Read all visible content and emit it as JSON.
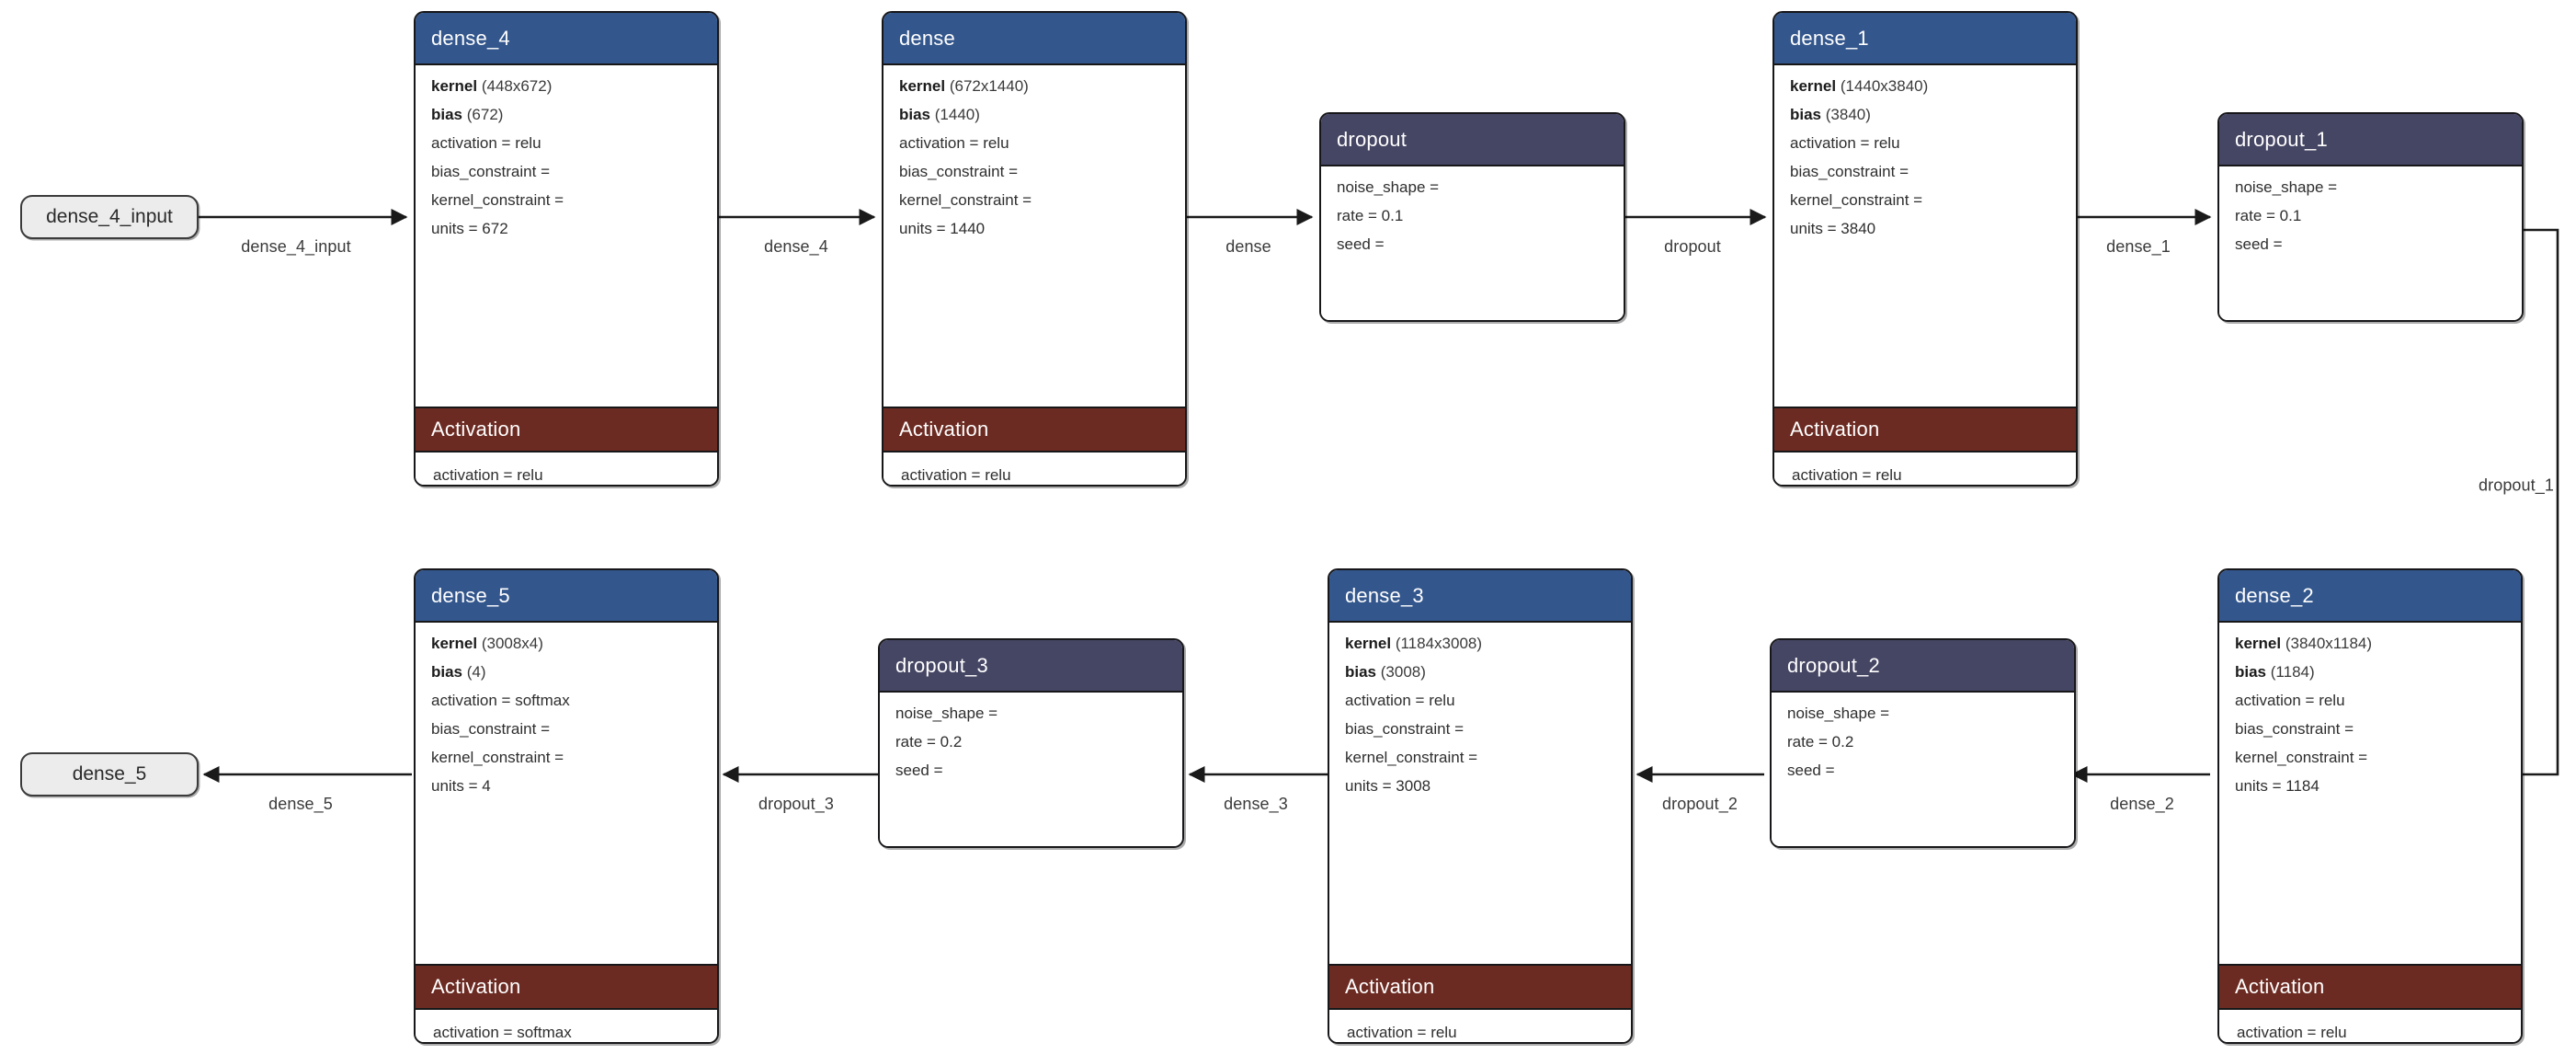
{
  "diagram": {
    "title": "Keras model architecture graph",
    "colors": {
      "dense_header": "#33568c",
      "dropout_header": "#454564",
      "activation_header": "#6c2b22",
      "io_node_fill": "#ececec",
      "border": "#17171a",
      "edge": "#1a1a1a",
      "page_background": "#ffffff"
    },
    "labels": {
      "activation_section_title": "Activation"
    }
  },
  "io_nodes": [
    {
      "id": "input",
      "label": "dense_4_input"
    },
    {
      "id": "output",
      "label": "dense_5"
    }
  ],
  "layers": [
    {
      "id": "dense_4",
      "type": "dense",
      "title": "dense_4",
      "props": [
        {
          "key": "kernel",
          "value": "(448x672)"
        },
        {
          "key": "bias",
          "value": "(672)"
        },
        {
          "key": "",
          "value": "activation = relu"
        },
        {
          "key": "",
          "value": "bias_constraint ="
        },
        {
          "key": "",
          "value": "kernel_constraint ="
        },
        {
          "key": "",
          "value": "units = 672"
        }
      ],
      "activation": {
        "title": "Activation",
        "value": "activation = relu"
      }
    },
    {
      "id": "dense",
      "type": "dense",
      "title": "dense",
      "props": [
        {
          "key": "kernel",
          "value": "(672x1440)"
        },
        {
          "key": "bias",
          "value": "(1440)"
        },
        {
          "key": "",
          "value": "activation = relu"
        },
        {
          "key": "",
          "value": "bias_constraint ="
        },
        {
          "key": "",
          "value": "kernel_constraint ="
        },
        {
          "key": "",
          "value": "units = 1440"
        }
      ],
      "activation": {
        "title": "Activation",
        "value": "activation = relu"
      }
    },
    {
      "id": "dropout",
      "type": "dropout",
      "title": "dropout",
      "props": [
        {
          "key": "",
          "value": "noise_shape ="
        },
        {
          "key": "",
          "value": "rate = 0.1"
        },
        {
          "key": "",
          "value": "seed ="
        }
      ]
    },
    {
      "id": "dense_1",
      "type": "dense",
      "title": "dense_1",
      "props": [
        {
          "key": "kernel",
          "value": "(1440x3840)"
        },
        {
          "key": "bias",
          "value": "(3840)"
        },
        {
          "key": "",
          "value": "activation = relu"
        },
        {
          "key": "",
          "value": "bias_constraint ="
        },
        {
          "key": "",
          "value": "kernel_constraint ="
        },
        {
          "key": "",
          "value": "units = 3840"
        }
      ],
      "activation": {
        "title": "Activation",
        "value": "activation = relu"
      }
    },
    {
      "id": "dropout_1",
      "type": "dropout",
      "title": "dropout_1",
      "props": [
        {
          "key": "",
          "value": "noise_shape ="
        },
        {
          "key": "",
          "value": "rate = 0.1"
        },
        {
          "key": "",
          "value": "seed ="
        }
      ]
    },
    {
      "id": "dense_2",
      "type": "dense",
      "title": "dense_2",
      "props": [
        {
          "key": "kernel",
          "value": "(3840x1184)"
        },
        {
          "key": "bias",
          "value": "(1184)"
        },
        {
          "key": "",
          "value": "activation = relu"
        },
        {
          "key": "",
          "value": "bias_constraint ="
        },
        {
          "key": "",
          "value": "kernel_constraint ="
        },
        {
          "key": "",
          "value": "units = 1184"
        }
      ],
      "activation": {
        "title": "Activation",
        "value": "activation = relu"
      }
    },
    {
      "id": "dropout_2",
      "type": "dropout",
      "title": "dropout_2",
      "props": [
        {
          "key": "",
          "value": "noise_shape ="
        },
        {
          "key": "",
          "value": "rate = 0.2"
        },
        {
          "key": "",
          "value": "seed ="
        }
      ]
    },
    {
      "id": "dense_3",
      "type": "dense",
      "title": "dense_3",
      "props": [
        {
          "key": "kernel",
          "value": "(1184x3008)"
        },
        {
          "key": "bias",
          "value": "(3008)"
        },
        {
          "key": "",
          "value": "activation = relu"
        },
        {
          "key": "",
          "value": "bias_constraint ="
        },
        {
          "key": "",
          "value": "kernel_constraint ="
        },
        {
          "key": "",
          "value": "units = 3008"
        }
      ],
      "activation": {
        "title": "Activation",
        "value": "activation = relu"
      }
    },
    {
      "id": "dropout_3",
      "type": "dropout",
      "title": "dropout_3",
      "props": [
        {
          "key": "",
          "value": "noise_shape ="
        },
        {
          "key": "",
          "value": "rate = 0.2"
        },
        {
          "key": "",
          "value": "seed ="
        }
      ]
    },
    {
      "id": "dense_5",
      "type": "dense",
      "title": "dense_5",
      "props": [
        {
          "key": "kernel",
          "value": "(3008x4)"
        },
        {
          "key": "bias",
          "value": "(4)"
        },
        {
          "key": "",
          "value": "activation = softmax"
        },
        {
          "key": "",
          "value": "bias_constraint ="
        },
        {
          "key": "",
          "value": "kernel_constraint ="
        },
        {
          "key": "",
          "value": "units = 4"
        }
      ],
      "activation": {
        "title": "Activation",
        "value": "activation = softmax"
      }
    }
  ],
  "edges": [
    {
      "id": "e0",
      "from": "dense_4_input",
      "to": "dense_4",
      "label": "dense_4_input"
    },
    {
      "id": "e1",
      "from": "dense_4",
      "to": "dense",
      "label": "dense_4"
    },
    {
      "id": "e2",
      "from": "dense",
      "to": "dropout",
      "label": "dense"
    },
    {
      "id": "e3",
      "from": "dropout",
      "to": "dense_1",
      "label": "dropout"
    },
    {
      "id": "e4",
      "from": "dense_1",
      "to": "dropout_1",
      "label": "dense_1"
    },
    {
      "id": "e5",
      "from": "dropout_1",
      "to": "dense_2",
      "label": "dropout_1"
    },
    {
      "id": "e6",
      "from": "dense_2",
      "to": "dropout_2",
      "label": "dense_2"
    },
    {
      "id": "e7",
      "from": "dropout_2",
      "to": "dense_3",
      "label": "dropout_2"
    },
    {
      "id": "e8",
      "from": "dense_3",
      "to": "dropout_3",
      "label": "dense_3"
    },
    {
      "id": "e9",
      "from": "dropout_3",
      "to": "dense_5",
      "label": "dropout_3"
    },
    {
      "id": "e10",
      "from": "dense_5",
      "to": "dense_5_out",
      "label": "dense_5"
    }
  ]
}
